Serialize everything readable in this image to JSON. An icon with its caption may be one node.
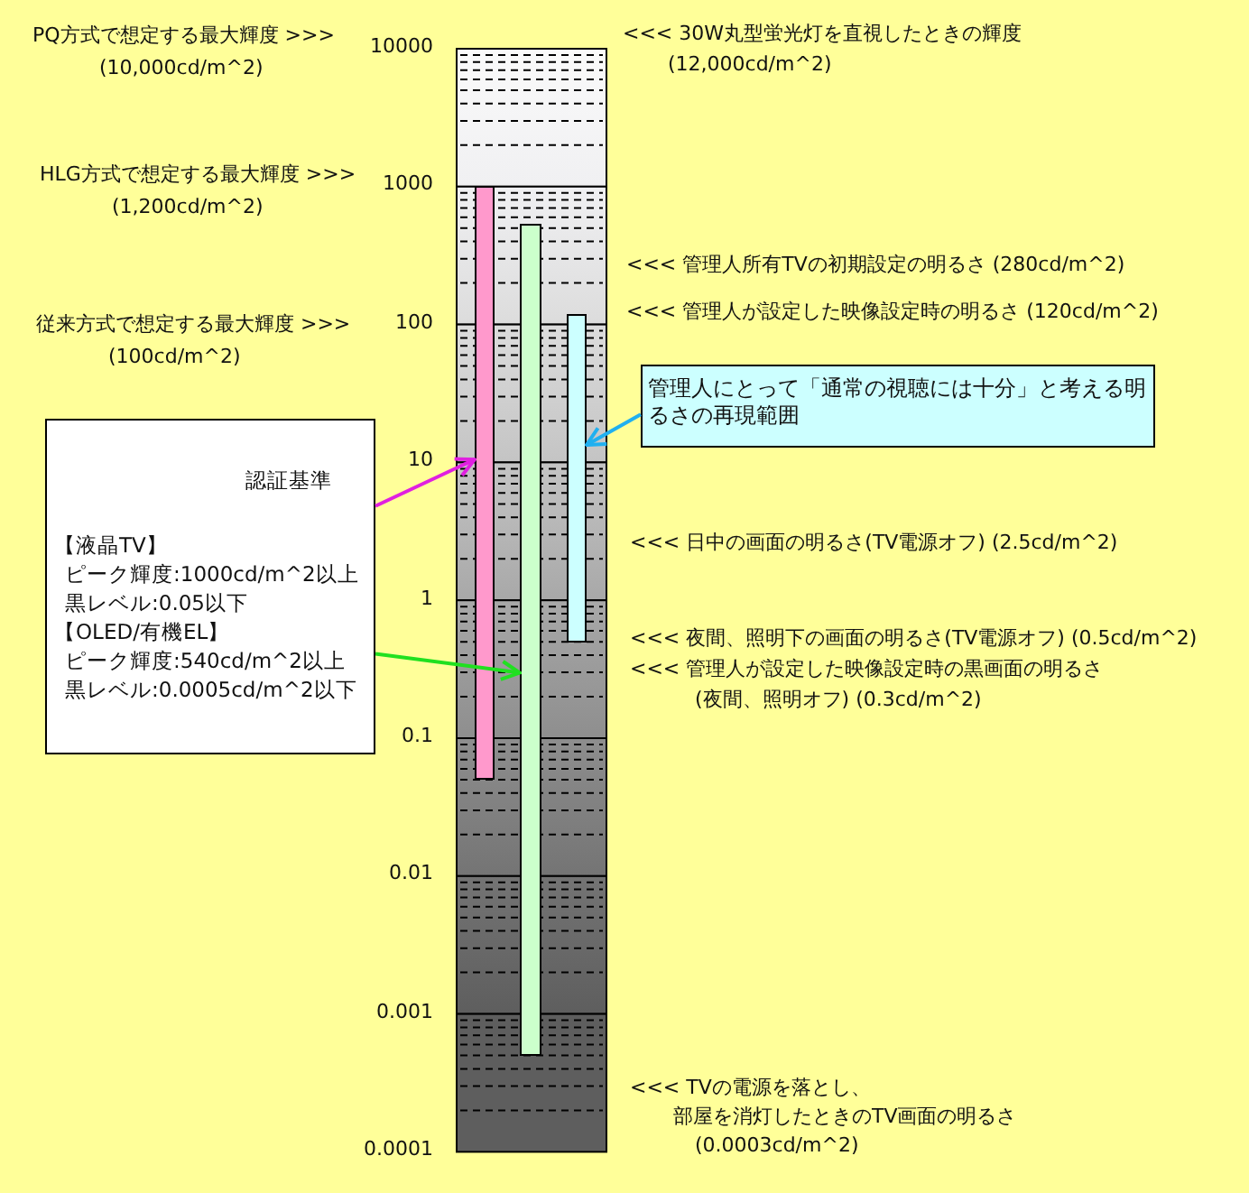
{
  "diagram": {
    "nodes": [
      {
        "text": [
          "認証基準",
          "【液晶TV】",
          "ピーク輝度:1000cd/m^2以上",
          "黒レベル:0.05以下",
          "【OLED/有機EL】",
          "ピーク輝度:540cd/m^2以上",
          "黒レベル:0.0005cd/m^2以下"
        ]
      },
      {
        "text": [
          "管理人にとって「通常の視聴には十分」と考える明るさの再現範囲"
        ]
      },
      {
        "text": [],
        "shape": "bar"
      },
      {
        "text": [],
        "shape": "bar"
      },
      {
        "text": [],
        "shape": "bar"
      }
    ],
    "edges": [
      {
        "from": 0,
        "to": 2,
        "arrow": "to",
        "color": "#e020e0"
      },
      {
        "from": 0,
        "to": 3,
        "arrow": "to",
        "color": "#20e020"
      },
      {
        "from": 1,
        "to": 4,
        "arrow": "to",
        "color": "#20b0f0"
      }
    ],
    "labels": [
      "PQ方式で想定する最大輝度 >>>",
      "(10,000cd/m^2)",
      "HLG方式で想定する最大輝度 >>>",
      "(1,200cd/m^2)",
      "従来方式で想定する最大輝度 >>>",
      "(100cd/m^2)",
      "10000",
      "1000",
      "100",
      "10",
      "1",
      "0.1",
      "0.01",
      "0.001",
      "0.0001",
      "<<< 30W丸型蛍光灯を直視したときの輝度",
      "(12,000cd/m^2)",
      "<<< 管理人所有TVの初期設定の明るさ (280cd/m^2)",
      "<<< 管理人が設定した映像設定時の明るさ (120cd/m^2)",
      "<<< 日中の画面の明るさ(TV電源オフ) (2.5cd/m^2)",
      "<<< 夜間、照明下の画面の明るさ(TV電源オフ) (0.5cd/m^2)",
      "<<< 管理人が設定した映像設定時の黒画面の明るさ",
      "(夜間、照明オフ) (0.3cd/m^2)",
      "<<< TVの電源を落とし、",
      "部屋を消灯したときのTV画面の明るさ",
      "(0.0003cd/m^2)"
    ]
  }
}
